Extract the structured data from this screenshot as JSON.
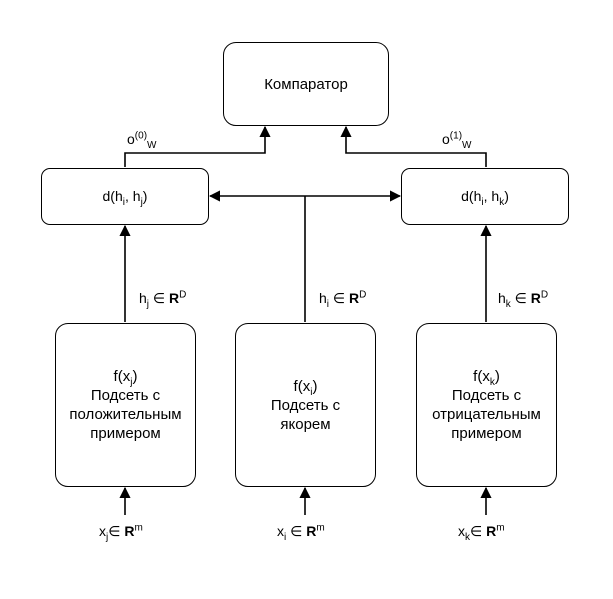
{
  "comparator": {
    "label": "Компаратор"
  },
  "outputs": {
    "left": {
      "base": "o",
      "sup": "(0)",
      "sub": "W"
    },
    "right": {
      "base": "o",
      "sup": "(1)",
      "sub": "W"
    }
  },
  "distances": {
    "left": {
      "prefix": "d(h",
      "a": "i",
      "mid": ", h",
      "b": "j",
      "suffix": ")"
    },
    "right": {
      "prefix": "d(h",
      "a": "i",
      "mid": ", h",
      "b": "k",
      "suffix": ")"
    }
  },
  "embeddings": {
    "left": {
      "base": "h",
      "sub": "j",
      "in": " ∈ ",
      "space": "R",
      "sup": "D"
    },
    "center": {
      "base": "h",
      "sub": "i",
      "in": " ∈ ",
      "space": "R",
      "sup": "D"
    },
    "right": {
      "base": "h",
      "sub": "k",
      "in": " ∈ ",
      "space": "R",
      "sup": "D"
    }
  },
  "subnets": {
    "left": {
      "fn": "f(x",
      "fn_sub": "j",
      "fn_close": ")",
      "lines": [
        "Подсеть с",
        "положительным",
        "примером"
      ]
    },
    "center": {
      "fn": "f(x",
      "fn_sub": "i",
      "fn_close": ")",
      "lines": [
        "Подсеть с",
        "якорем"
      ]
    },
    "right": {
      "fn": "f(x",
      "fn_sub": "k",
      "fn_close": ")",
      "lines": [
        "Подсеть с",
        "отрицательным",
        "примером"
      ]
    }
  },
  "inputs": {
    "left": {
      "base": "x",
      "sub": "j",
      "in": "∈ ",
      "space": "R",
      "sup": "m"
    },
    "center": {
      "base": "x",
      "sub": "i",
      "in": " ∈ ",
      "space": "R",
      "sup": "m"
    },
    "right": {
      "base": "x",
      "sub": "k",
      "in": "∈ ",
      "space": "R",
      "sup": "m"
    }
  }
}
